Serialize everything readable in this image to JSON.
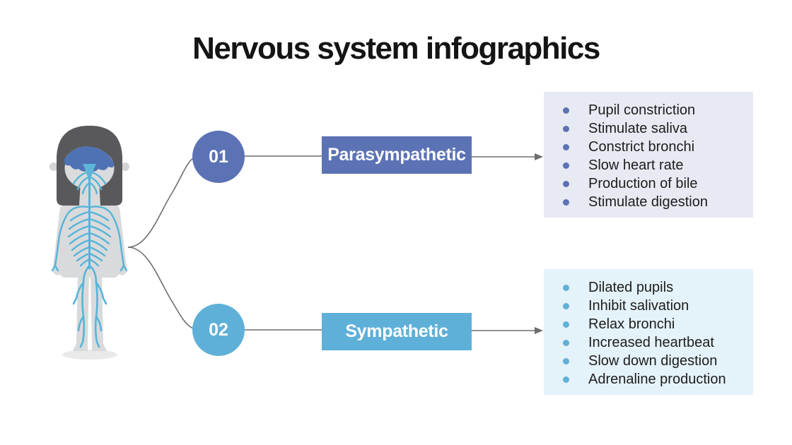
{
  "title": "Nervous system infographics",
  "colors": {
    "primary_accent": "#5b72b5",
    "secondary_accent": "#5fb0d8",
    "primary_panel_bg": "#e8eaf3",
    "secondary_panel_bg": "#e4f2f9",
    "connector": "#6e6e6e",
    "title_text": "#141414",
    "list_text": "#1d1d1d",
    "figure_hair": "#59595b",
    "figure_body": "#d9dadb",
    "figure_brain": "#4e72b4",
    "figure_nerves": "#56b4d8"
  },
  "branches": [
    {
      "number": "01",
      "label": "Parasympathetic",
      "accent": "#5b72b5",
      "panel_bg": "#e8eaf3",
      "items": [
        "Pupil constriction",
        "Stimulate saliva",
        "Constrict bronchi",
        "Slow heart rate",
        "Production of bile",
        "Stimulate digestion"
      ]
    },
    {
      "number": "02",
      "label": "Sympathetic",
      "accent": "#5fb0d8",
      "panel_bg": "#e4f2f9",
      "items": [
        "Dilated pupils",
        "Inhibit salivation",
        "Relax bronchi",
        "Increased heartbeat",
        "Slow down digestion",
        "Adrenaline production"
      ]
    }
  ]
}
